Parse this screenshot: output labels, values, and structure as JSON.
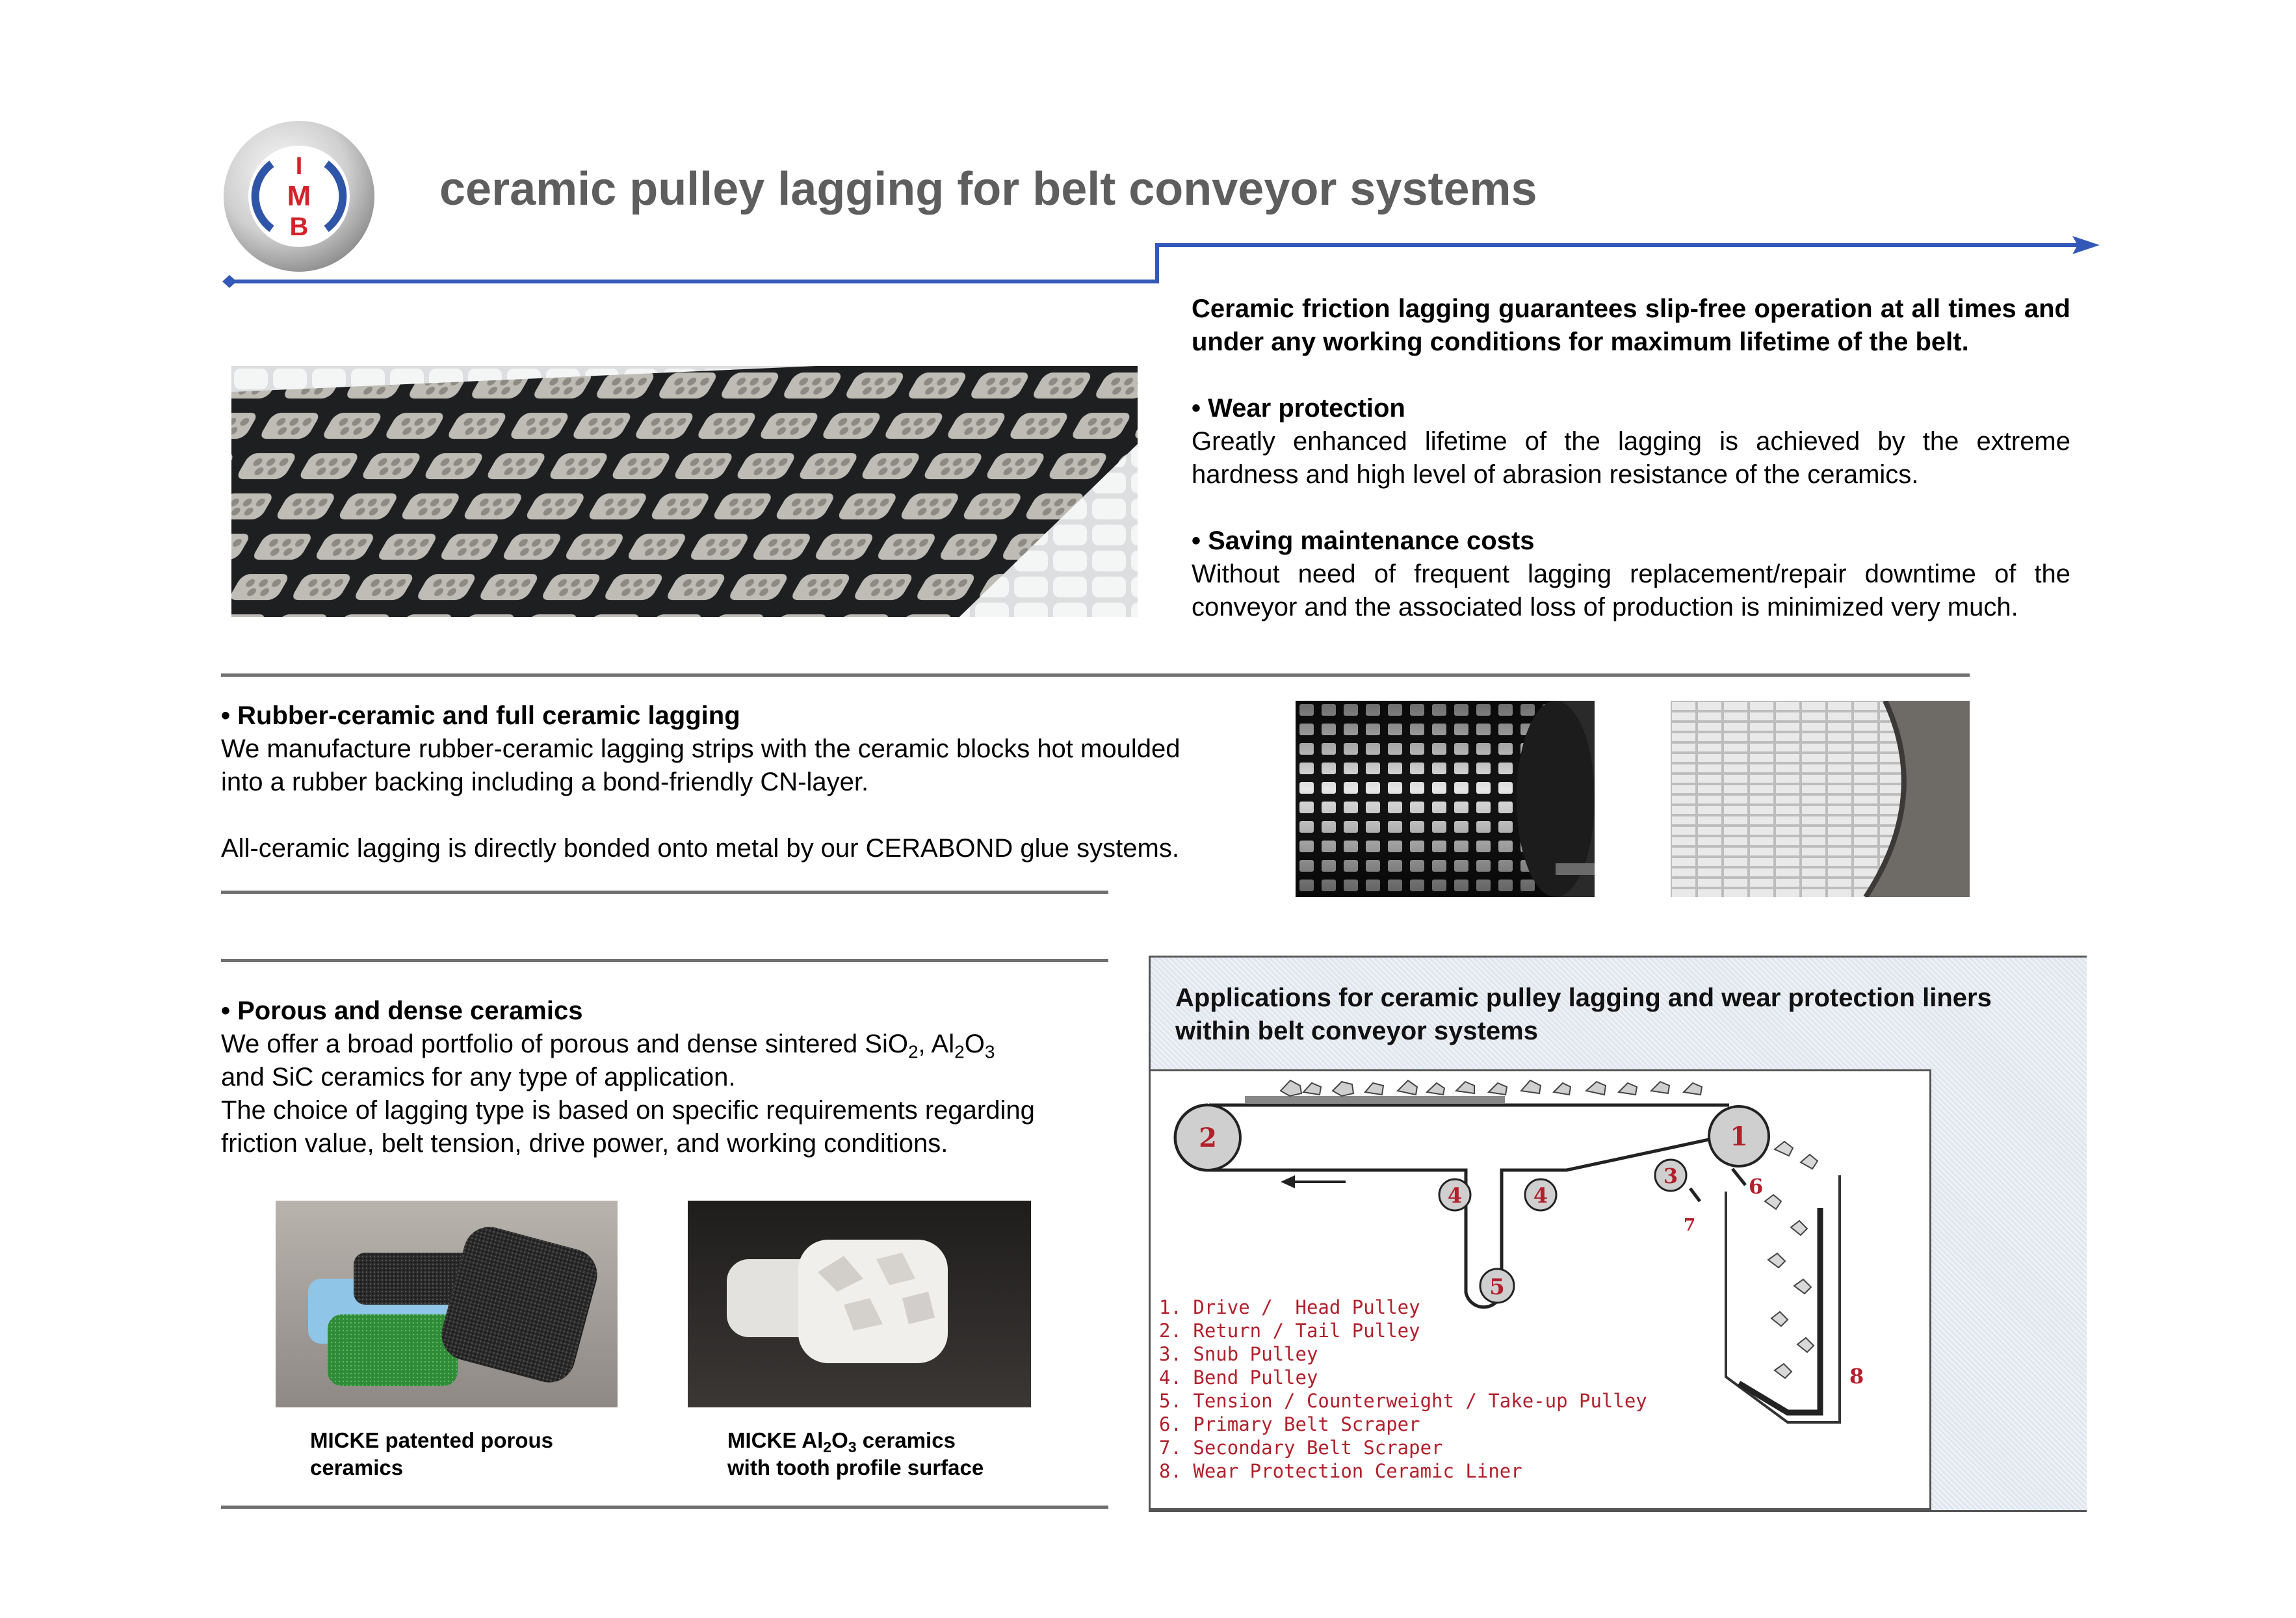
{
  "header": {
    "title": "ceramic pulley lagging for belt conveyor systems",
    "logo_letters": [
      "I",
      "M",
      "B"
    ]
  },
  "intro": {
    "lead": "Ceramic friction lagging guarantees slip-free operation at all times and under any working conditions for maximum lifetime of the belt.",
    "wear_heading": "• Wear protection",
    "wear_text": "Greatly enhanced lifetime of the lagging is achieved by the extreme hardness and high level of abrasion resistance of the ceramics.",
    "saving_heading": "• Saving maintenance costs",
    "saving_text": "Without need of frequent lagging replacement/repair downtime of the conveyor and the associated loss of  production is minimized very much."
  },
  "rubber": {
    "heading": "• Rubber-ceramic and full ceramic lagging",
    "line1": "We manufacture rubber-ceramic lagging strips with the ceramic blocks hot moulded",
    "line2": "into a rubber backing including a bond-friendly CN-layer.",
    "line3": "All-ceramic lagging is directly bonded onto metal by our CERABOND glue systems."
  },
  "porous": {
    "heading": "• Porous and dense ceramics",
    "text_a": "We offer a broad portfolio of porous and dense sintered SiO",
    "sub_a": "2",
    "text_b": ", Al",
    "sub_b": "2",
    "text_c": "O",
    "sub_c": "3",
    "text_d": "and SiC ceramics for any type of application.",
    "text_e": "The choice of lagging type is based on specific requirements regarding friction value, belt tension, drive power, and working conditions."
  },
  "captions": {
    "porous_line1": "MICKE patented porous",
    "porous_line2": "ceramics",
    "al_a": "MICKE Al",
    "al_sub1": "2",
    "al_b": "O",
    "al_sub2": "3",
    "al_c": " ceramics",
    "al_line2": "with tooth profile surface"
  },
  "applications": {
    "heading": "Applications for ceramic pulley lagging and wear protection liners within belt conveyor systems",
    "diagram_numbers": [
      "1",
      "2",
      "3",
      "4",
      "4",
      "5",
      "6",
      "7",
      "8"
    ],
    "legend": [
      "1. Drive /  Head Pulley",
      "2. Return / Tail Pulley",
      "3. Snub Pulley",
      "4. Bend Pulley",
      "5. Tension / Counterweight / Take-up Pulley",
      "6. Primary Belt Scraper",
      "7. Secondary Belt Scraper",
      "8. Wear Protection Ceramic Liner"
    ]
  },
  "colors": {
    "accent_blue": "#3358b8",
    "title_gray": "#5e5e5e",
    "legend_red": "#b2202c",
    "logo_red": "#d2232a"
  }
}
